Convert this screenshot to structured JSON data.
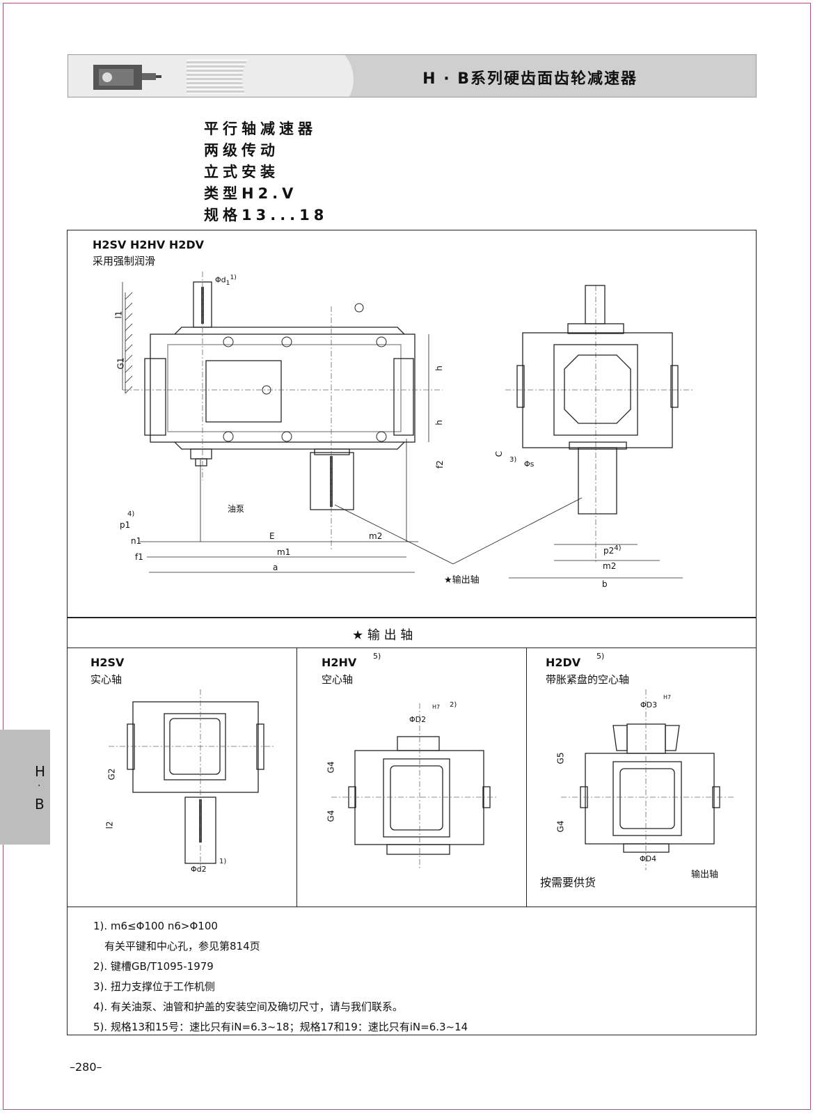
{
  "header": {
    "title": "H · B系列硬齿面齿轮减速器"
  },
  "title_lines": [
    "平行轴减速器",
    "两级传动",
    "立式安装",
    "类型H2.V",
    "规格13...18"
  ],
  "main": {
    "models": "H2SV H2HV H2DV",
    "lubrication": "采用强制润滑",
    "labels": {
      "d1": "Φd",
      "d1_sub": "1",
      "d1_note": "1)",
      "l1": "l1",
      "G1": "G1",
      "h": "h",
      "f2": "f2",
      "oil_pump": "油泵",
      "p1": "p1",
      "p1_note": "4)",
      "n1": "n1",
      "f1": "f1",
      "E": "E",
      "m2": "m2",
      "m1": "m1",
      "a": "a",
      "output_shaft": "★输出轴",
      "C": "C",
      "C_note": "3)",
      "s": "Φs",
      "p2": "p2",
      "p2_note": "4)",
      "b": "b"
    }
  },
  "output_section": {
    "title": "★  输  出  轴"
  },
  "variants": [
    {
      "model": "H2SV",
      "desc": "实心轴",
      "note": "",
      "labels": {
        "G2": "G2",
        "l2": "l2",
        "d2": "Φd2",
        "foot": "1)"
      }
    },
    {
      "model": "H2HV",
      "desc": "空心轴",
      "note": "5)",
      "labels": {
        "d2": "ΦD2",
        "H7": "H7",
        "sup": "2)",
        "G4": "G4"
      }
    },
    {
      "model": "H2DV",
      "desc": "带胀紧盘的空心轴",
      "note": "5)",
      "labels": {
        "D3": "ΦD3",
        "H7": "H7",
        "G5": "G5",
        "G4": "G4",
        "D4": "ΦD4",
        "out": "输出轴",
        "supply": "按需要供货"
      }
    }
  ],
  "notes": [
    "1). m6≤Φ100  n6>Φ100",
    "有关平键和中心孔，参见第814页",
    "2). 键槽GB/T1095-1979",
    "3). 扭力支撑位于工作机侧",
    "4). 有关油泵、油管和护盖的安装空间及确切尺寸，请与我们联系。",
    "5). 规格13和15号：速比只有iN=6.3~18；规格17和19：速比只有iN=6.3~14"
  ],
  "side_tab": {
    "top": "H",
    "dot": "·",
    "bottom": "B"
  },
  "page_number": "–280–"
}
